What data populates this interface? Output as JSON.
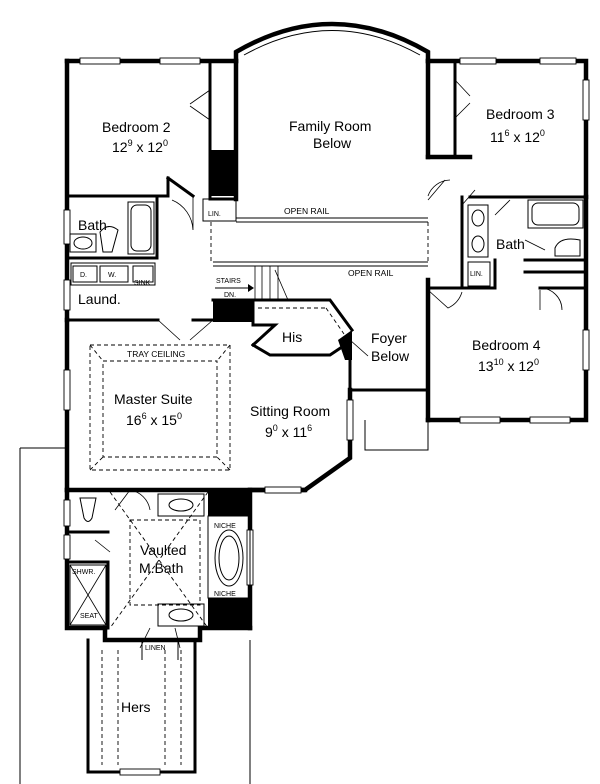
{
  "rooms": {
    "bedroom2": {
      "name": "Bedroom 2",
      "w": "12",
      "w_in": "9",
      "l": "12",
      "l_in": "0"
    },
    "family_room": {
      "line1": "Family Room",
      "line2": "Below"
    },
    "bedroom3": {
      "name": "Bedroom 3",
      "w": "11",
      "w_in": "6",
      "l": "12",
      "l_in": "0"
    },
    "bath_left": "Bath",
    "bath_right": "Bath",
    "laundry": "Laund.",
    "bedroom4": {
      "name": "Bedroom 4",
      "w": "13",
      "w_in": "10",
      "l": "12",
      "l_in": "0"
    },
    "his": "His",
    "foyer": {
      "line1": "Foyer",
      "line2": "Below"
    },
    "master": {
      "name": "Master Suite",
      "w": "16",
      "w_in": "6",
      "l": "15",
      "l_in": "0"
    },
    "sitting": {
      "name": "Sitting Room",
      "w": "9",
      "w_in": "0",
      "l": "11",
      "l_in": "6"
    },
    "mbath": {
      "line1": "Vaulted",
      "line2": "M.Bath"
    },
    "hers": "Hers"
  },
  "labels": {
    "lin_top": "LIN.",
    "lin_right": "LIN.",
    "open_rail_top": "OPEN RAIL",
    "open_rail_mid": "OPEN RAIL",
    "stairs": "STAIRS",
    "stairs_dn": "DN.",
    "dryer": "D.",
    "washer": "W.",
    "sink": "SINK",
    "tray_ceiling": "TRAY CEILING",
    "niche_top": "NICHE",
    "niche_bottom": "NICHE",
    "shower": "SHWR.",
    "seat": "SEAT",
    "linen": "LINEN"
  }
}
